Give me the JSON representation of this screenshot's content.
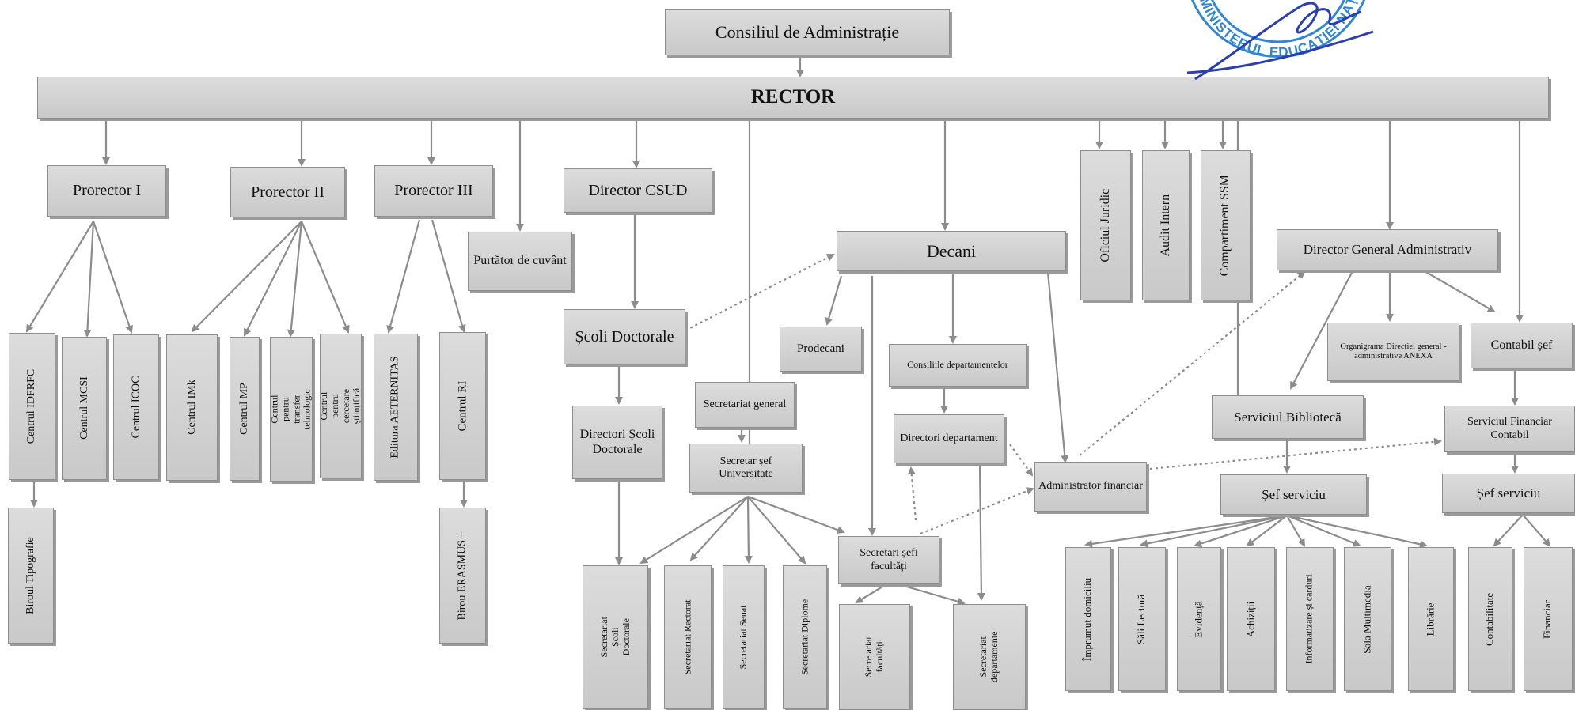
{
  "board": "Consiliul de Administrație",
  "rector": "RECTOR",
  "prorector1": "Prorector I",
  "prorector2": "Prorector II",
  "prorector3": "Prorector III",
  "director_csud": "Director CSUD",
  "spokesperson": "Purtător de cuvânt",
  "decani": "Decani",
  "oficiul_juridic": "Oficiul Juridic",
  "audit_intern": "Audit Intern",
  "compartiment_ssm": "Compartiment SSM",
  "dga": "Director General Administrativ",
  "centrul_idfrfc": "Centrul IDFRFC",
  "centrul_mcsi": "Centrul MCSI",
  "centrul_icoc": "Centrul ICOC",
  "birou_tipografie": "Biroul Tipografie",
  "centrul_imk": "Centrul IMk",
  "centrul_mp": "Centrul MP",
  "centrul_transfer": "Centrul pentru transfer tehnologic",
  "centrul_cercetare": "Centrul pentru cercetare științifică",
  "editura": "Editura AETERNITAS",
  "centrul_ri": "Centrul RI",
  "birou_erasmus": "Birou ERASMUS +",
  "scoli_doctorale": "Școli Doctorale",
  "directori_scoli": "Directori Școli Doctorale",
  "secretariat_general": "Secretariat general",
  "secretar_sef": "Secretar șef Universitate",
  "sec_scoli": "Secretariat Școli Doctorale",
  "sec_rectorat": "Secretariat Rectorat",
  "sec_senat": "Secretariat Senat",
  "sec_diplome": "Secretariat Diplome",
  "prodecani": "Prodecani",
  "consiliile": "Consiliile departamentelor",
  "directori_dep": "Directori departament",
  "secretari_sefi": "Secretari șefi facultăți",
  "sec_facultati": "Secretariat facultăți",
  "sec_departamente": "Secretariat departamente",
  "admin_financiar": "Administrator financiar",
  "organigrama": "Organigrama Direcției general - administrative ANEXA",
  "contabil_sef": "Contabil șef",
  "serviciul_biblioteca": "Serviciul Bibliotecă",
  "serviciul_financiar": "Serviciul Financiar Contabil",
  "sef_serviciu_bib": "Șef serviciu",
  "sef_serviciu_fin": "Șef serviciu",
  "imprumut": "Împrumut domiciliu",
  "sali_lectura": "Săli Lectură",
  "evidenta": "Evidență",
  "achizitii": "Achiziții",
  "informatizare": "Informatizare și carduri",
  "sala_multimedia": "Sala Multimedia",
  "librarie": "Librărie",
  "contabilitate": "Contabilitate",
  "financiar": "Financiar",
  "stamp": {
    "text": "MINISTERUL EDUCAȚIEI NAȚIONALE",
    "color": "#2f86d6"
  },
  "colors": {
    "box": "#d3d3d3",
    "line": "#8c8c8c",
    "stamp": "#2f86d6"
  }
}
